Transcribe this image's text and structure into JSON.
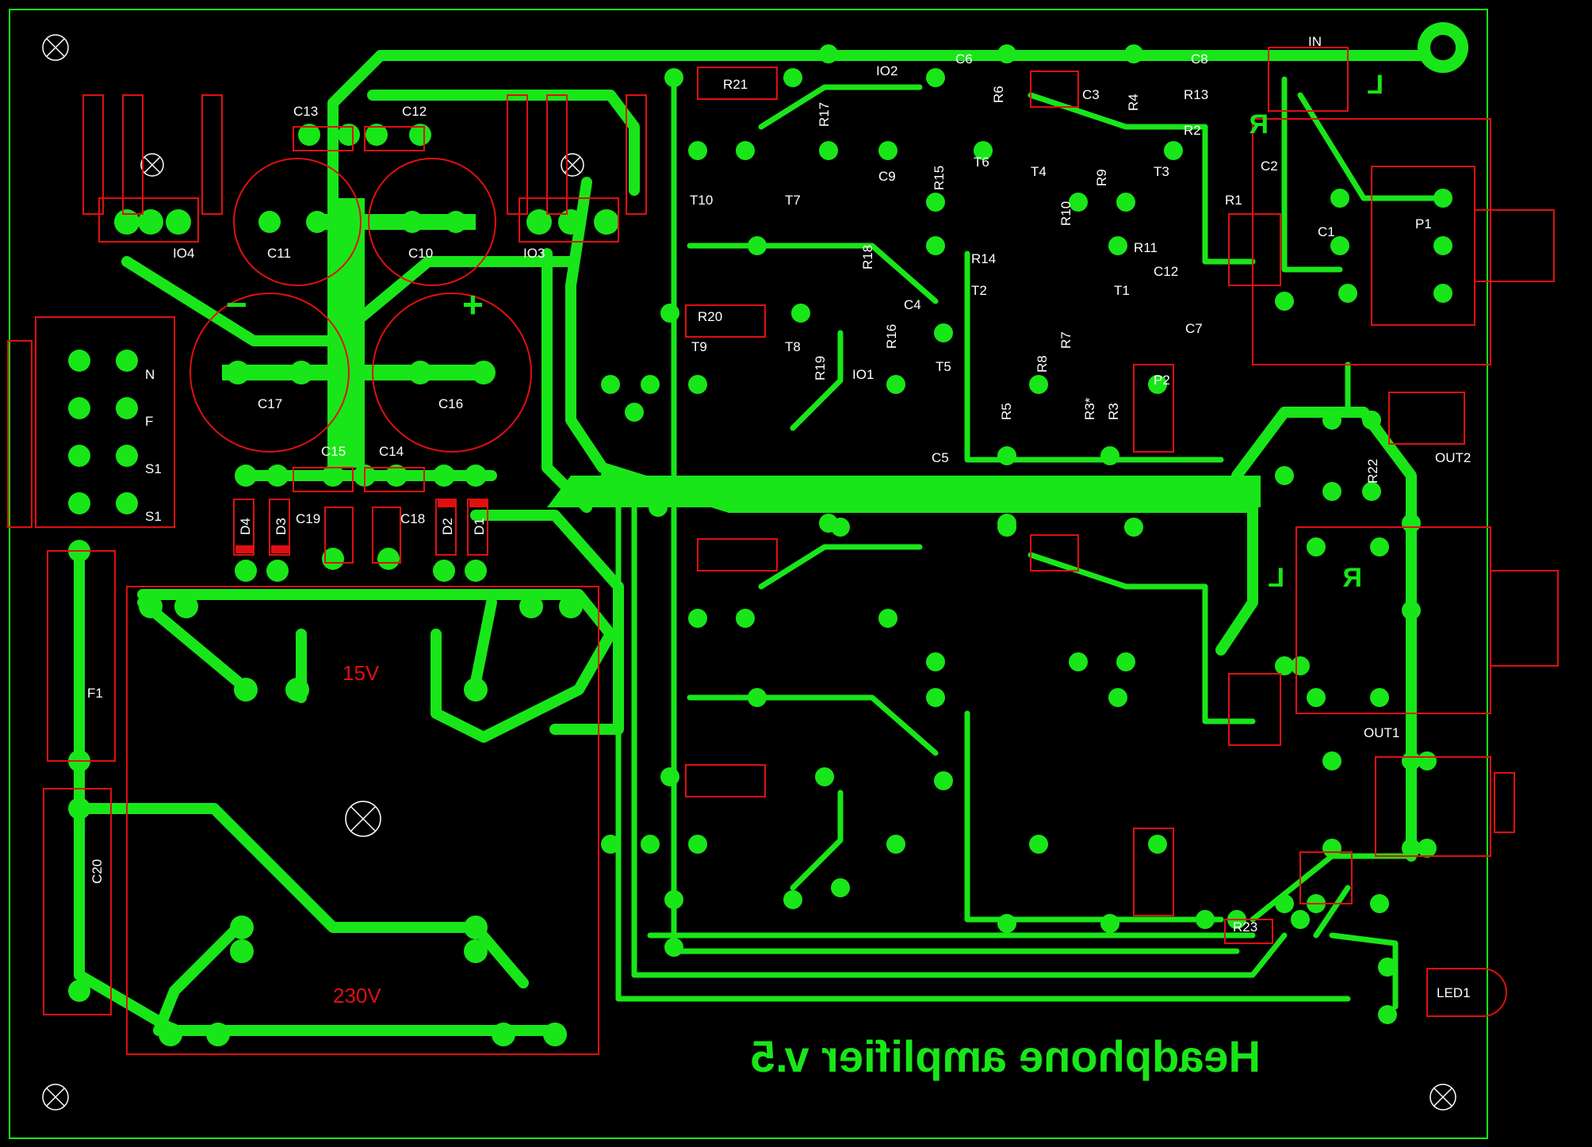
{
  "board": {
    "title": "Headphone amplifier v.5",
    "colors": {
      "copper": "#19e619",
      "silk": "#e01010",
      "board": "#000000",
      "edge": "#19e619",
      "label": "#ffffff"
    }
  },
  "components": [
    {
      "ref": "IN"
    },
    {
      "ref": "R21"
    },
    {
      "ref": "IO2"
    },
    {
      "ref": "C6"
    },
    {
      "ref": "C8"
    },
    {
      "ref": "R13"
    },
    {
      "ref": "R17"
    },
    {
      "ref": "R6"
    },
    {
      "ref": "C3"
    },
    {
      "ref": "R4"
    },
    {
      "ref": "R2"
    },
    {
      "ref": "C2"
    },
    {
      "ref": "C13"
    },
    {
      "ref": "C12"
    },
    {
      "ref": "T10"
    },
    {
      "ref": "T7"
    },
    {
      "ref": "C9"
    },
    {
      "ref": "R15"
    },
    {
      "ref": "T6"
    },
    {
      "ref": "T4"
    },
    {
      "ref": "R9"
    },
    {
      "ref": "T3"
    },
    {
      "ref": "R1"
    },
    {
      "ref": "C1"
    },
    {
      "ref": "P1"
    },
    {
      "ref": "IO4"
    },
    {
      "ref": "C11"
    },
    {
      "ref": "C10"
    },
    {
      "ref": "IO3"
    },
    {
      "ref": "R10"
    },
    {
      "ref": "R18"
    },
    {
      "ref": "R14"
    },
    {
      "ref": "R11"
    },
    {
      "ref": "C12"
    },
    {
      "ref": "T2"
    },
    {
      "ref": "T1"
    },
    {
      "ref": "C7"
    },
    {
      "ref": "R20"
    },
    {
      "ref": "C4"
    },
    {
      "ref": "T9"
    },
    {
      "ref": "T8"
    },
    {
      "ref": "R19"
    },
    {
      "ref": "R16"
    },
    {
      "ref": "IO1"
    },
    {
      "ref": "R8"
    },
    {
      "ref": "R7"
    },
    {
      "ref": "P2"
    },
    {
      "ref": "T5"
    },
    {
      "ref": "C17"
    },
    {
      "ref": "C16"
    },
    {
      "ref": "R5"
    },
    {
      "ref": "R3*"
    },
    {
      "ref": "R3"
    },
    {
      "ref": "C5"
    },
    {
      "ref": "C15"
    },
    {
      "ref": "C14"
    },
    {
      "ref": "OUT2"
    },
    {
      "ref": "R22"
    },
    {
      "ref": "D4"
    },
    {
      "ref": "D3"
    },
    {
      "ref": "C19"
    },
    {
      "ref": "C18"
    },
    {
      "ref": "D2"
    },
    {
      "ref": "D1"
    },
    {
      "ref": "F1"
    },
    {
      "ref": "OUT1"
    },
    {
      "ref": "C20"
    },
    {
      "ref": "R23"
    },
    {
      "ref": "LED1"
    }
  ],
  "labels": {
    "N": "N",
    "F": "F",
    "S1a": "S1",
    "S1b": "S1",
    "v15": "15V",
    "v230": "230V",
    "L1": "L",
    "R1": "R",
    "L2": "L",
    "R2": "R",
    "plus": "+",
    "minus": "−"
  }
}
